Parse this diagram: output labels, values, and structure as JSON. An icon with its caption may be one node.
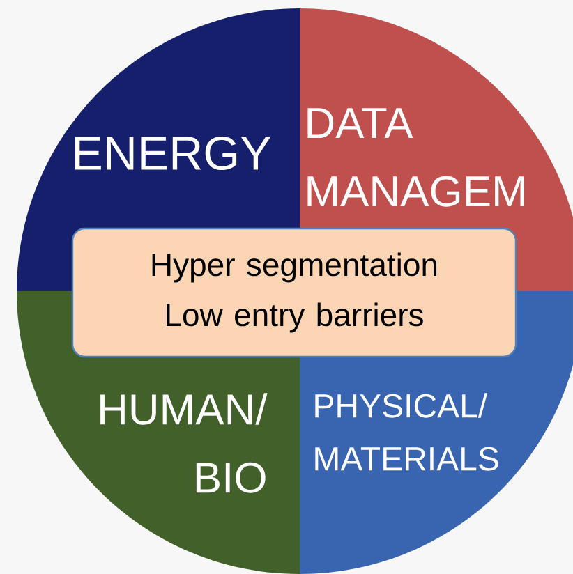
{
  "diagram": {
    "nodes": [
      {
        "text": [
          "ENERGY"
        ]
      },
      {
        "text": [
          "DATA MANAGEM"
        ]
      },
      {
        "text": [
          "HUMAN/ BIO"
        ]
      },
      {
        "text": [
          "PHYSICAL/ MATERIALS"
        ]
      },
      {
        "text": [
          "Hyper segmentation Low entry barriers"
        ]
      }
    ]
  }
}
